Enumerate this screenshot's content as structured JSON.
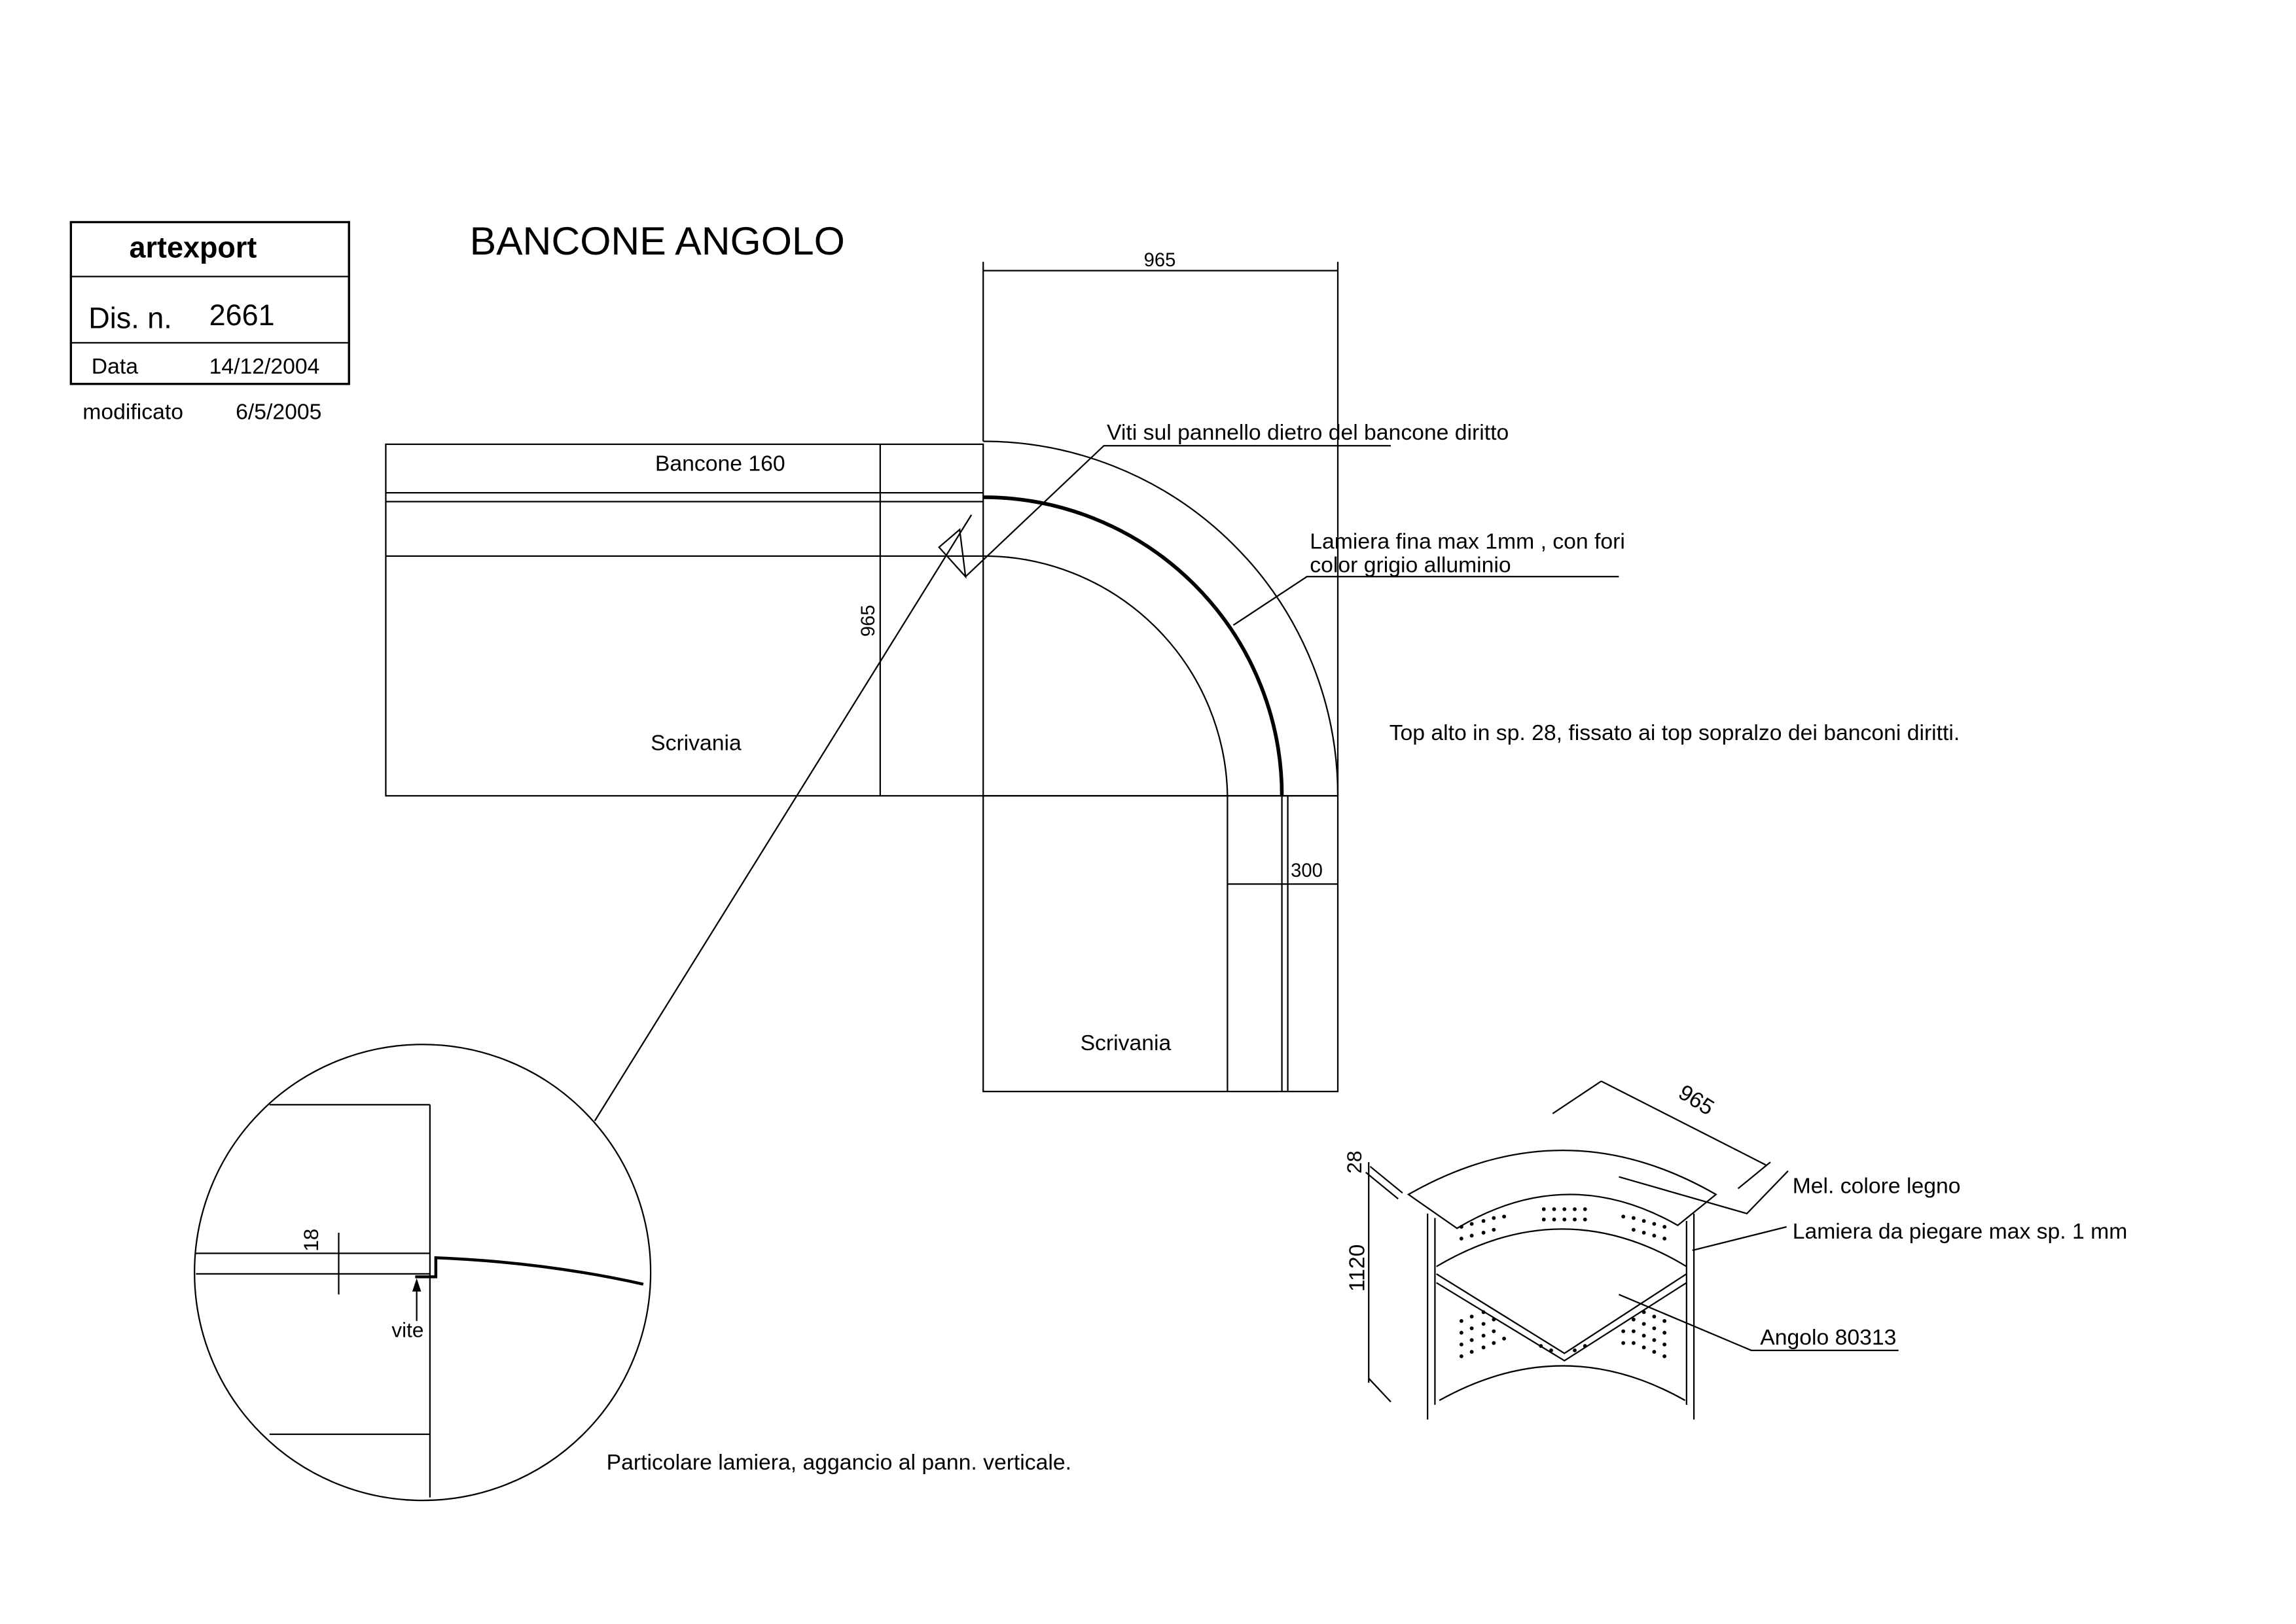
{
  "title_block": {
    "company": "artexport",
    "drawing_label": "Dis. n.",
    "drawing_number": "2661",
    "date_label": "Data",
    "date": "14/12/2004",
    "modified_label": "modificato",
    "modified_date": "6/5/2005"
  },
  "title": "BANCONE ANGOLO",
  "plan": {
    "dim_top": "965",
    "dim_side": "965",
    "dim_width": "300",
    "bancone_label": "Bancone 160",
    "desk_label_1": "Scrivania",
    "desk_label_2": "Scrivania",
    "note_screws": "Viti sul pannello dietro del bancone diritto",
    "note_sheet_1": "Lamiera fina max 1mm , con fori",
    "note_sheet_2": "color grigio alluminio",
    "note_top": "Top alto in sp. 28, fissato ai top sopralzo dei banconi diritti."
  },
  "detail": {
    "dim": "18",
    "screw_label": "vite",
    "caption": "Particolare lamiera, aggancio al pann. verticale."
  },
  "iso": {
    "dim_width": "965",
    "dim_top": "28",
    "dim_height": "1120",
    "label_top": "Mel. colore legno",
    "label_sheet": "Lamiera da piegare max sp. 1 mm",
    "label_corner": "Angolo 80313"
  }
}
